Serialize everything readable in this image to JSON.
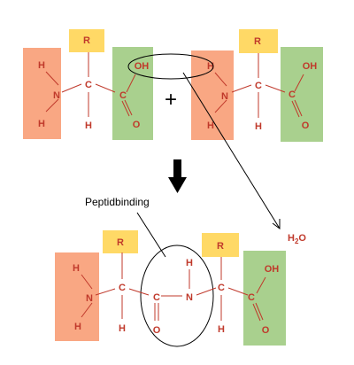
{
  "colors": {
    "amine_box": "#F9A783",
    "carboxyl_box": "#A9D08E",
    "r_box": "#FFD966",
    "atom_text": "#C0392B",
    "bond": "#C0392B",
    "annotation": "#000000"
  },
  "atoms": {
    "r": "R",
    "h": "H",
    "n": "N",
    "c": "C",
    "o": "O",
    "oh": "OH"
  },
  "plus_sign": "+",
  "arrow_icon": "down-arrow-icon",
  "peptide_bond_label": "Peptidbinding",
  "water": {
    "prefix": "H",
    "subscript": "2",
    "suffix": "O"
  }
}
